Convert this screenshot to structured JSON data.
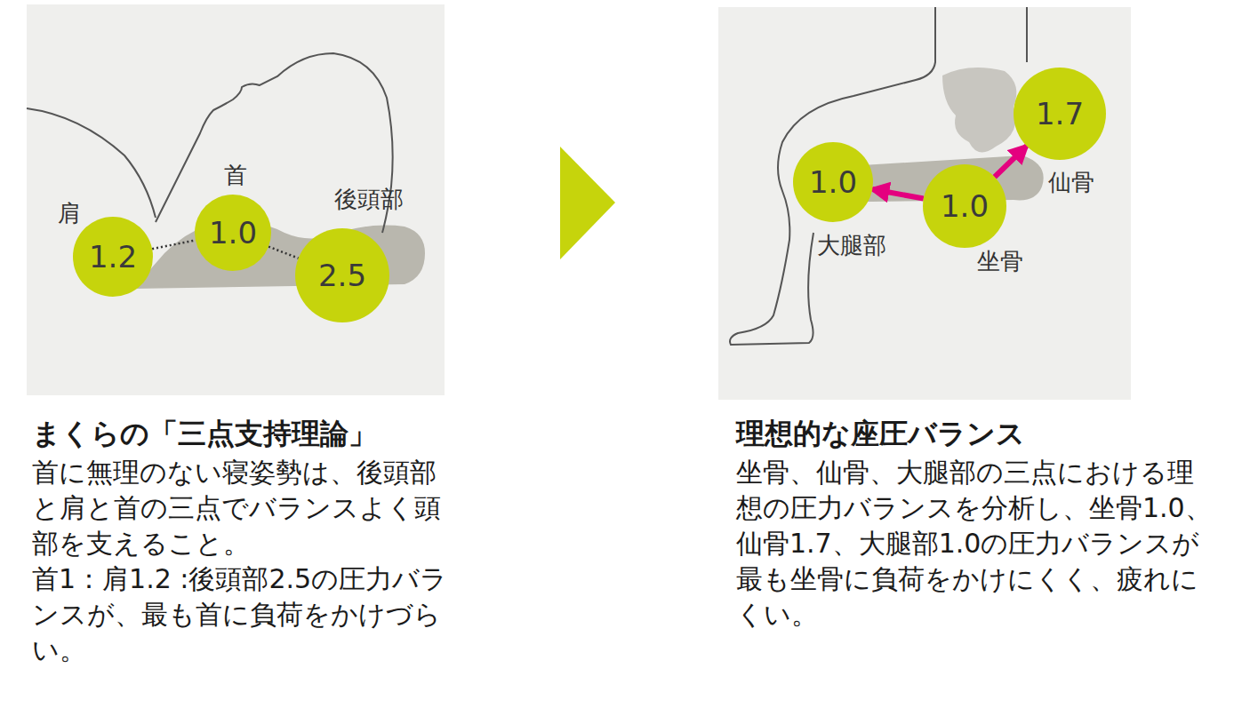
{
  "diagram": {
    "nodes": [
      {
        "text": [
          "肩",
          "1.2"
        ]
      },
      {
        "text": [
          "首",
          "1.0"
        ]
      },
      {
        "text": [
          "後頭部",
          "2.5"
        ]
      },
      {
        "text": [
          "大腿部",
          "1.0"
        ]
      },
      {
        "text": [
          "坐骨",
          "1.0"
        ]
      },
      {
        "text": [
          "仙骨",
          "1.7"
        ]
      }
    ],
    "edges": [
      {
        "from": 0,
        "to": 1,
        "arrow": "none"
      },
      {
        "from": 1,
        "to": 2,
        "arrow": "none"
      },
      {
        "from": 4,
        "to": 3,
        "arrow": "to"
      },
      {
        "from": 4,
        "to": 5,
        "arrow": "to"
      }
    ],
    "labels": [
      "まくらの「三点支持理論」",
      "首に無理のない寝姿勢は、後頭部と肩と首の三点でバランスよく頭部を支えること。",
      "首1：肩1.2 :後頭部2.5の圧力バランスが、最も首に負荷をかけづらい。",
      "理想的な座圧バランス",
      "坐骨、仙骨、大腿部の三点における理想の圧力バランスを分析し、坐骨1.0、仙骨1.7、大腿部1.0の圧力バランスが最も坐骨に負荷をかけにくく、疲れにくい。"
    ]
  }
}
